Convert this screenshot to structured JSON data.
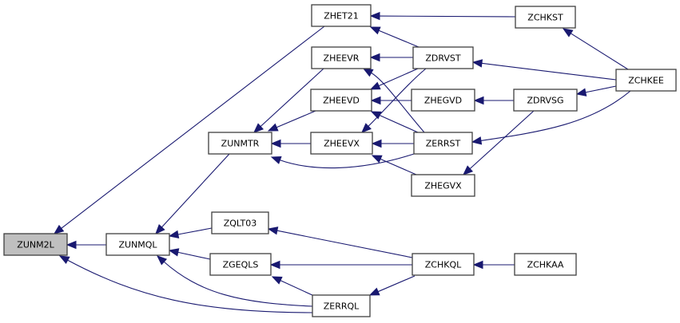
{
  "title": "ZUNM2L caller graph",
  "colors": {
    "edge": "#191970",
    "node_border": "#404040",
    "node_fill": "#ffffff",
    "root_fill": "#bfbfbf"
  },
  "nodes": [
    {
      "id": "ZUNM2L",
      "label": "ZUNM2L",
      "root": true
    },
    {
      "id": "ZUNMQL",
      "label": "ZUNMQL"
    },
    {
      "id": "ZUNMTR",
      "label": "ZUNMTR"
    },
    {
      "id": "ZQLT03",
      "label": "ZQLT03"
    },
    {
      "id": "ZGEQLS",
      "label": "ZGEQLS"
    },
    {
      "id": "ZERRQL",
      "label": "ZERRQL"
    },
    {
      "id": "ZHET21",
      "label": "ZHET21"
    },
    {
      "id": "ZHEEVR",
      "label": "ZHEEVR"
    },
    {
      "id": "ZHEEVD",
      "label": "ZHEEVD"
    },
    {
      "id": "ZHEEVX",
      "label": "ZHEEVX"
    },
    {
      "id": "ZDRVST",
      "label": "ZDRVST"
    },
    {
      "id": "ZHEGVD",
      "label": "ZHEGVD"
    },
    {
      "id": "ZERRST",
      "label": "ZERRST"
    },
    {
      "id": "ZHEGVX",
      "label": "ZHEGVX"
    },
    {
      "id": "ZCHKQL",
      "label": "ZCHKQL"
    },
    {
      "id": "ZCHKAA",
      "label": "ZCHKAA"
    },
    {
      "id": "ZCHKST",
      "label": "ZCHKST"
    },
    {
      "id": "ZDRVSG",
      "label": "ZDRVSG"
    },
    {
      "id": "ZCHKEE",
      "label": "ZCHKEE"
    }
  ],
  "edges": [
    {
      "from": "ZUNMQL",
      "to": "ZUNM2L"
    },
    {
      "from": "ZHET21",
      "to": "ZUNM2L"
    },
    {
      "from": "ZERRQL",
      "to": "ZUNM2L"
    },
    {
      "from": "ZUNMTR",
      "to": "ZUNMQL"
    },
    {
      "from": "ZQLT03",
      "to": "ZUNMQL"
    },
    {
      "from": "ZGEQLS",
      "to": "ZUNMQL"
    },
    {
      "from": "ZERRQL",
      "to": "ZUNMQL"
    },
    {
      "from": "ZHEEVR",
      "to": "ZUNMTR"
    },
    {
      "from": "ZHEEVD",
      "to": "ZUNMTR"
    },
    {
      "from": "ZHEEVX",
      "to": "ZUNMTR"
    },
    {
      "from": "ZERRST",
      "to": "ZUNMTR"
    },
    {
      "from": "ZCHKQL",
      "to": "ZQLT03"
    },
    {
      "from": "ZCHKQL",
      "to": "ZGEQLS"
    },
    {
      "from": "ZERRQL",
      "to": "ZGEQLS"
    },
    {
      "from": "ZCHKQL",
      "to": "ZERRQL"
    },
    {
      "from": "ZCHKAA",
      "to": "ZCHKQL"
    },
    {
      "from": "ZCHKST",
      "to": "ZHET21"
    },
    {
      "from": "ZDRVST",
      "to": "ZHET21"
    },
    {
      "from": "ZDRVST",
      "to": "ZHEEVR"
    },
    {
      "from": "ZERRST",
      "to": "ZHEEVR"
    },
    {
      "from": "ZDRVST",
      "to": "ZHEEVD"
    },
    {
      "from": "ZHEGVD",
      "to": "ZHEEVD"
    },
    {
      "from": "ZERRST",
      "to": "ZHEEVD"
    },
    {
      "from": "ZDRVST",
      "to": "ZHEEVX"
    },
    {
      "from": "ZERRST",
      "to": "ZHEEVX"
    },
    {
      "from": "ZHEGVX",
      "to": "ZHEEVX"
    },
    {
      "from": "ZCHKEE",
      "to": "ZCHKST"
    },
    {
      "from": "ZCHKEE",
      "to": "ZDRVST"
    },
    {
      "from": "ZDRVSG",
      "to": "ZHEGVD"
    },
    {
      "from": "ZCHKEE",
      "to": "ZDRVSG"
    },
    {
      "from": "ZCHKEE",
      "to": "ZERRST"
    },
    {
      "from": "ZDRVSG",
      "to": "ZHEGVX"
    }
  ]
}
